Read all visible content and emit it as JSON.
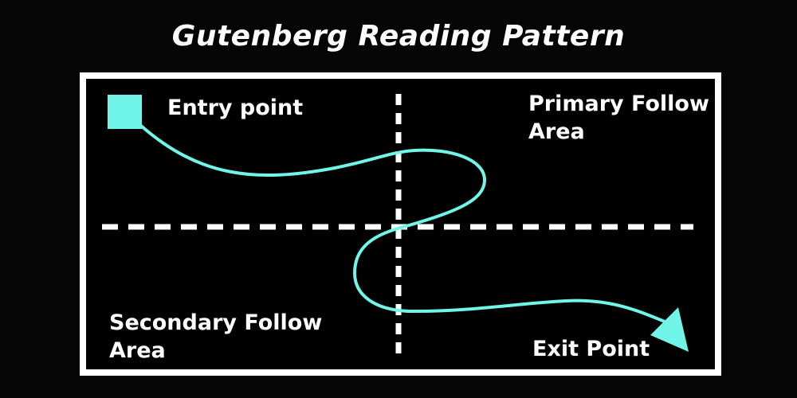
{
  "title": "Gutenberg Reading Pattern",
  "colors": {
    "background": "#050505",
    "frame_background": "#000000",
    "accent": "#70f5e8",
    "line": "#ffffff",
    "text": "#ffffff"
  },
  "diagram": {
    "quadrant_labels": {
      "top_left": "Entry point",
      "top_right": "Primary Follow Area",
      "bottom_left": "Secondary Follow Area",
      "bottom_right": "Exit Point"
    },
    "markers": {
      "entry_marker": "entry-point-square",
      "exit_marker": "exit-arrowhead"
    }
  }
}
